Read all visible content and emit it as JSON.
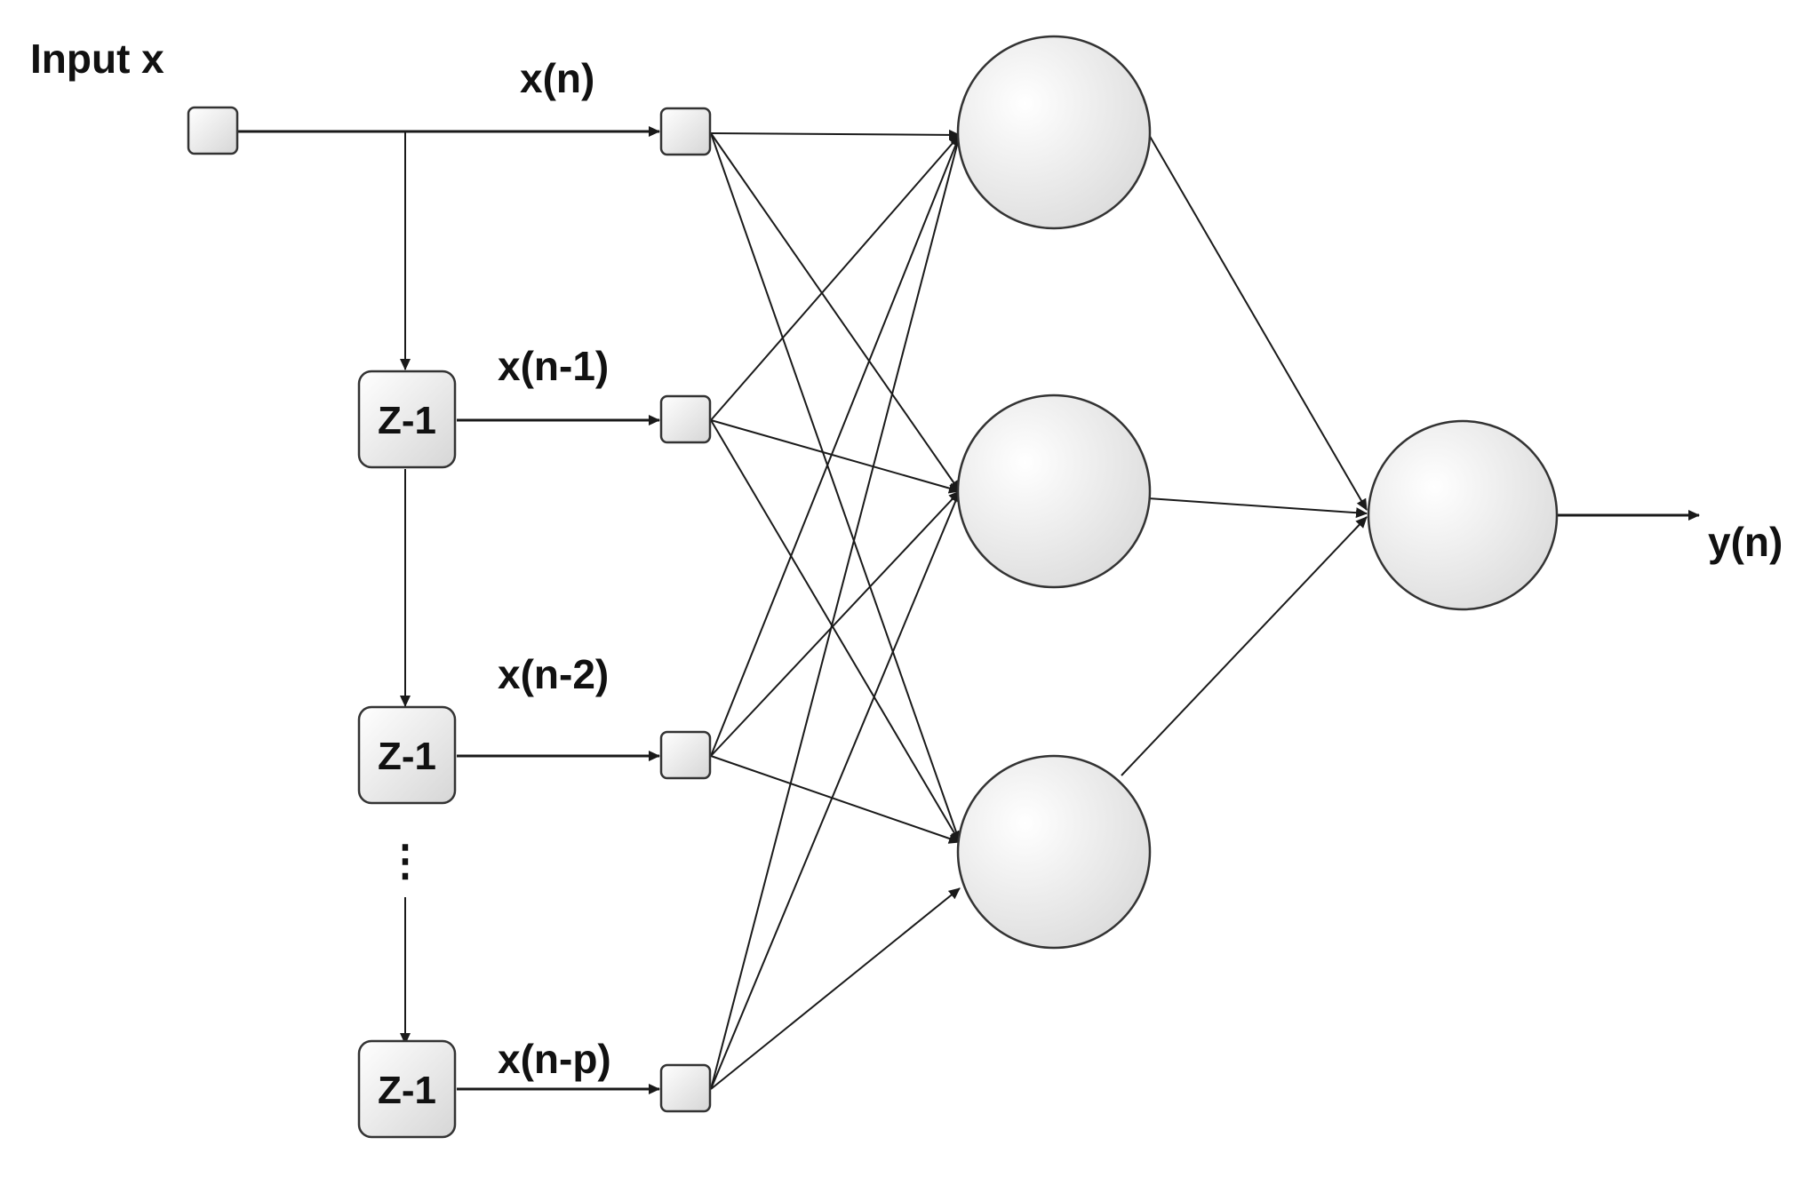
{
  "labels": {
    "input": "Input x",
    "x_n": "x(n)",
    "x_n1": "x(n-1)",
    "x_n2": "x(n-2)",
    "x_np": "x(n-p)",
    "output": "y(n)"
  },
  "delay_label": "Z-1",
  "ellipsis": "⋮",
  "colors": {
    "stroke": "#1a1a1a",
    "node_fill_light": "#ffffff",
    "node_fill_dark": "#d9d9d9"
  }
}
